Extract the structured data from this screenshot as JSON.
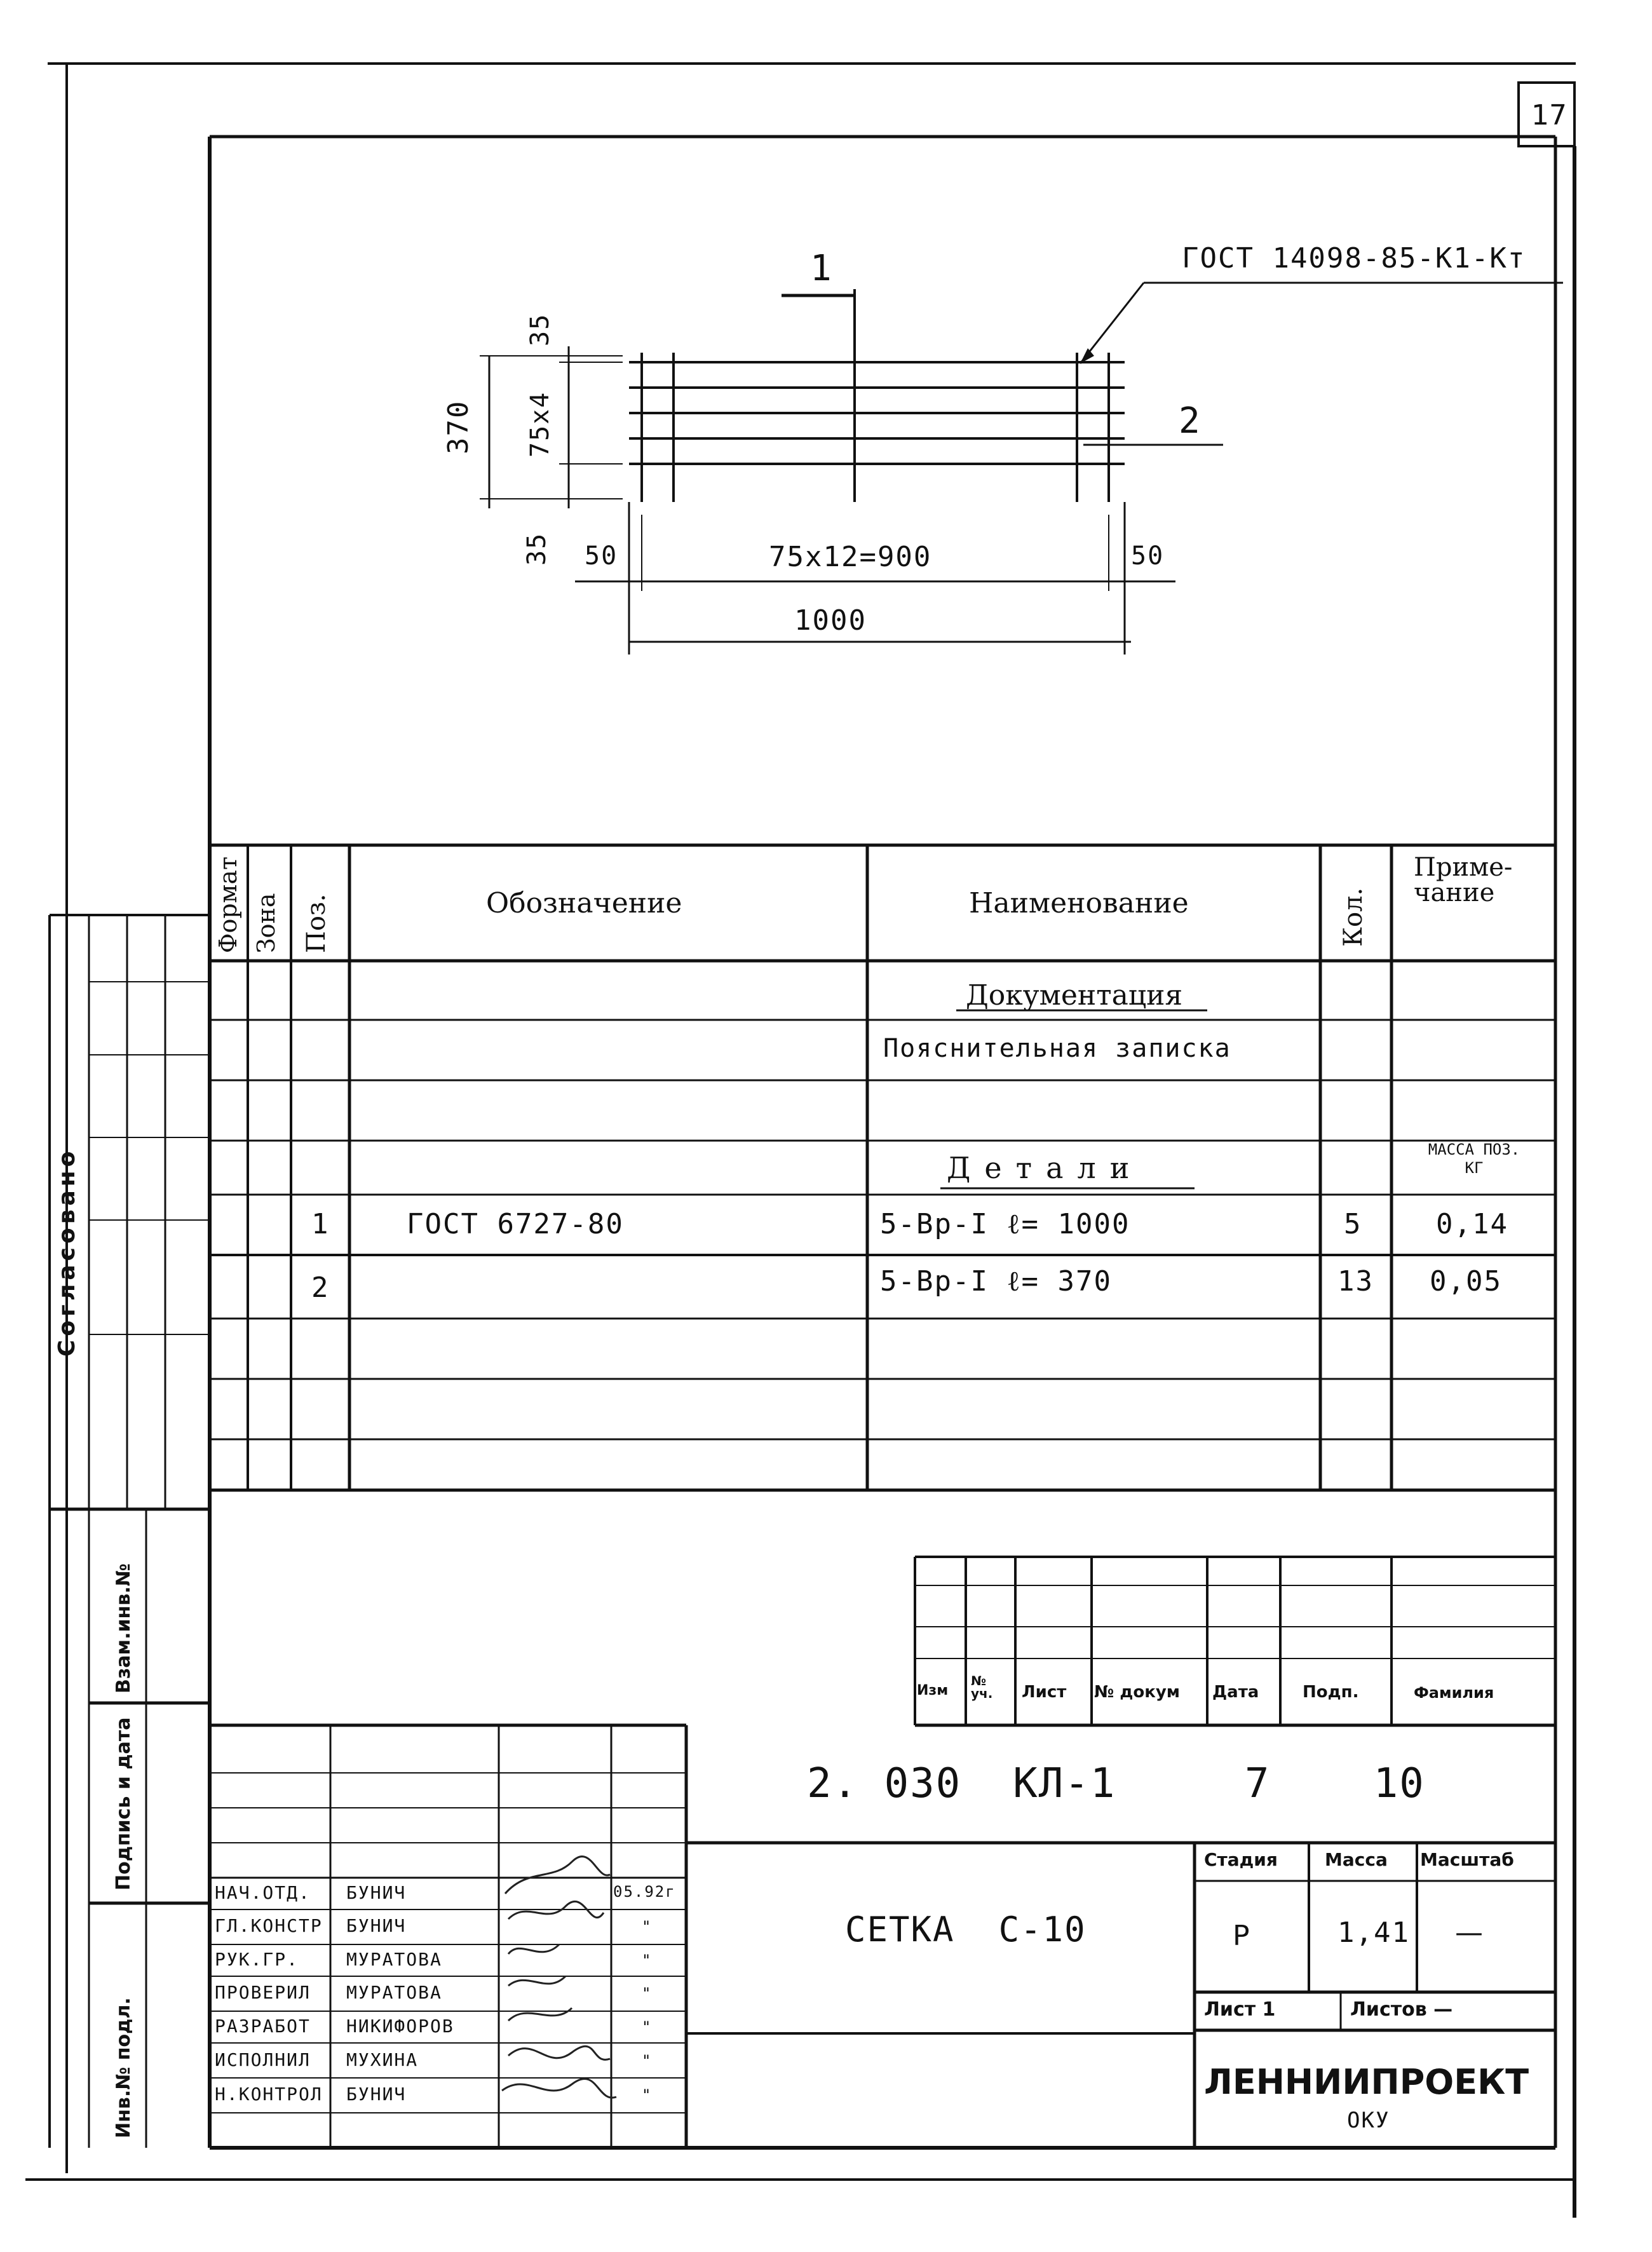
{
  "sheet_number": "17",
  "drawing": {
    "gost_callout": "ГОСТ 14098-85-К1-Кт",
    "section_mark": "1",
    "pos_mark_2": "2",
    "dim_height_total": "370",
    "dim_top_edge": "35",
    "dim_bottom_edge": "35",
    "dim_pitch_vertical": "75х4",
    "dim_left_edge": "50",
    "dim_pitch_horizontal": "75х12=900",
    "dim_right_edge": "50",
    "dim_length_total": "1000"
  },
  "spec_table": {
    "headers": {
      "format": "Формат",
      "zone": "Зона",
      "pos": "Поз.",
      "designation": "Обозначение",
      "name": "Наименование",
      "qty": "Кол.",
      "note": "Приме-\nчание"
    },
    "section_documentation": "Документация",
    "doc_item": "Пояснительная записка",
    "section_details": "Детали",
    "note_mass_header": "МАССА ПОЗ.\nКГ",
    "rows": [
      {
        "pos": "1",
        "designation": "ГОСТ 6727-80",
        "name": "5-Вр-I  ℓ= 1000",
        "qty": "5",
        "note": "0,14"
      },
      {
        "pos": "2",
        "designation": "",
        "name": "5-Вр-I  ℓ= 370",
        "qty": "13",
        "note": "0,05"
      }
    ]
  },
  "left_margin": {
    "agreed": "Согласовано",
    "inv_replace": "Взам.инв.№",
    "sign_date": "Подпись и дата",
    "inv_orig": "Инв.№ подл."
  },
  "revision_block": {
    "headers": [
      "Изм",
      "№ уч.",
      "Лист",
      "№ докум",
      "Дата",
      "Подп.",
      "Фамилия"
    ]
  },
  "title_block": {
    "doc_code": "2. 030  КЛ-1     7    10",
    "title": "СЕТКА  С-10",
    "stage_label": "Стадия",
    "mass_label": "Масса",
    "scale_label": "Масштаб",
    "stage": "Р",
    "mass": "1,41",
    "scale": "—",
    "sheet_label": "Лист 1",
    "sheets_label": "Листов —",
    "org": "ЛЕННИИПРОЕКТ",
    "dept": "ОКУ",
    "signers": [
      {
        "role": "НАЧ.ОТД.",
        "name": "БУНИЧ",
        "date": "05.92г"
      },
      {
        "role": "ГЛ.КОНСТР",
        "name": "БУНИЧ",
        "date": "\""
      },
      {
        "role": "РУК.ГР.",
        "name": "МУРАТОВА",
        "date": "\""
      },
      {
        "role": "ПРОВЕРИЛ",
        "name": "МУРАТОВА",
        "date": "\""
      },
      {
        "role": "РАЗРАБОТ",
        "name": "НИКИФОРОВ",
        "date": "\""
      },
      {
        "role": "ИСПОЛНИЛ",
        "name": "МУХИНА",
        "date": "\""
      },
      {
        "role": "Н.КОНТРОЛ",
        "name": "БУНИЧ",
        "date": "\""
      }
    ]
  }
}
